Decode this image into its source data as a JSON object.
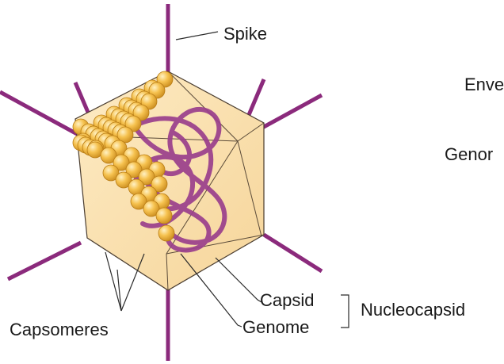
{
  "labels": {
    "spike": "Spike",
    "envelope_partial": "Enve",
    "genome_partial": "Genor",
    "capsid": "Capsid",
    "genome": "Genome",
    "capsomeres": "Capsomeres",
    "nucleocapsid": "Nucleocapsid"
  },
  "colors": {
    "spike": "#8b2a7c",
    "capsid_fill": "#fbe1ac",
    "capsid_edge": "#4a3d30",
    "capsomere": "#f2b53c",
    "capsomere_edge": "#b97d16",
    "genome": "#9a3f8c",
    "leader": "#2a2a2a"
  }
}
